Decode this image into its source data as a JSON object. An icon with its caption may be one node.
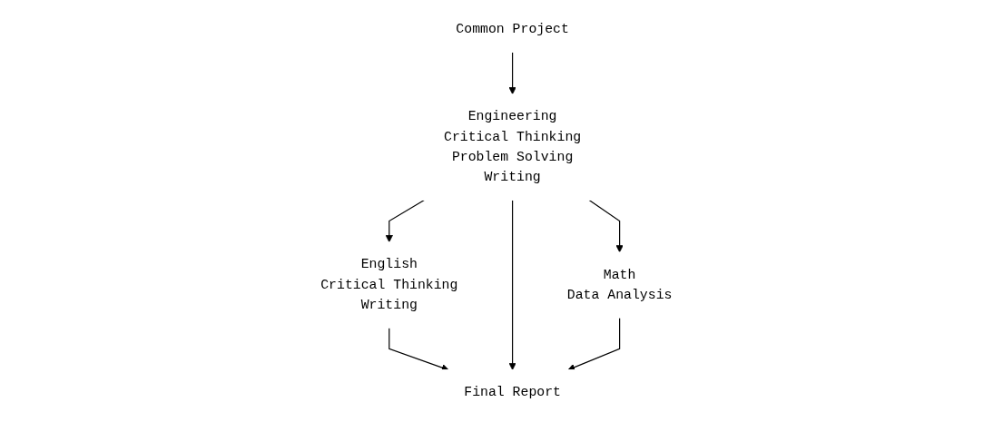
{
  "diagram": {
    "nodes": [
      {
        "text": [
          "Common Project"
        ]
      },
      {
        "text": [
          "English",
          "Critical Thinking",
          "Writing"
        ]
      },
      {
        "text": [
          "Engineering",
          "Critical Thinking",
          "Problem Solving",
          "Writing"
        ]
      },
      {
        "text": [
          "Math",
          "Data Analysis"
        ]
      },
      {
        "text": [
          "Final Report"
        ]
      }
    ],
    "edges": [
      {
        "from": 0,
        "to": 2,
        "arrow": "to"
      },
      {
        "from": 2,
        "to": 1,
        "arrow": "to"
      },
      {
        "from": 2,
        "to": 3,
        "arrow": "to"
      },
      {
        "from": 1,
        "to": 4,
        "arrow": "to"
      },
      {
        "from": 2,
        "to": 4,
        "arrow": "to"
      },
      {
        "from": 3,
        "to": 4,
        "arrow": "to"
      }
    ]
  }
}
